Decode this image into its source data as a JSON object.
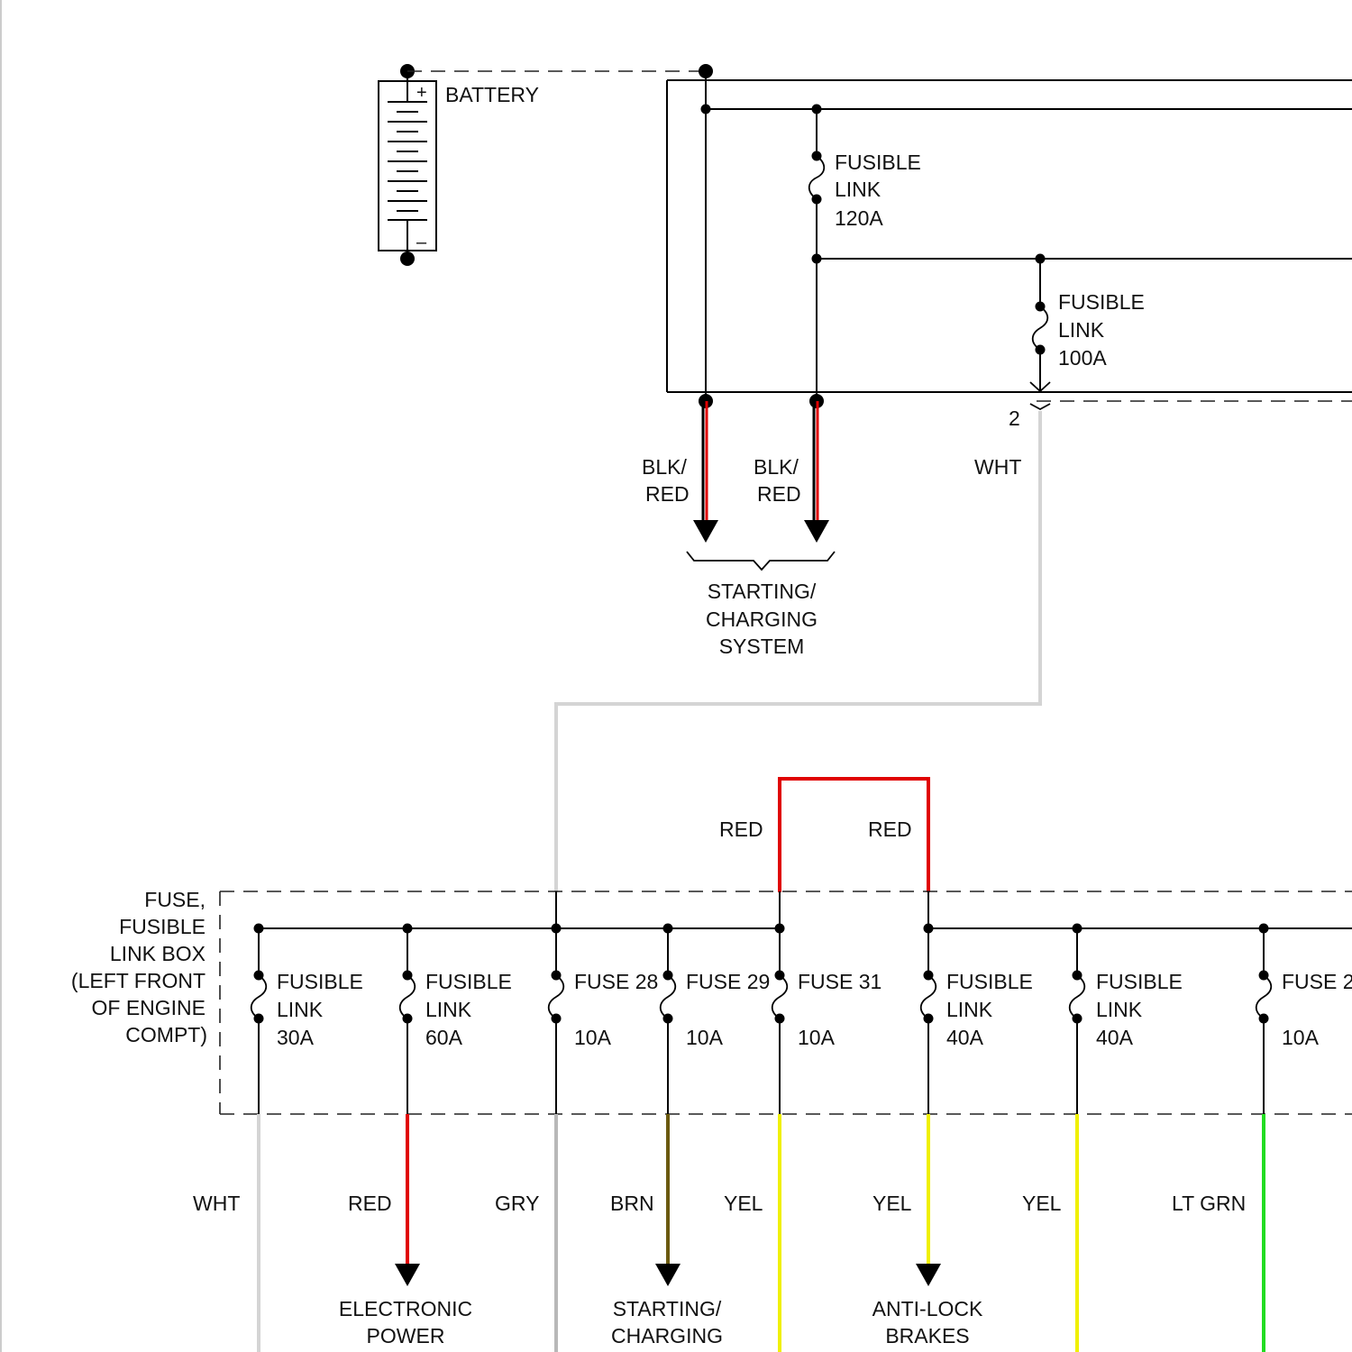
{
  "battery": {
    "label": "BATTERY",
    "plus": "+",
    "minus": "–"
  },
  "top_fuses": [
    {
      "line1": "FUSIBLE",
      "line2": "LINK",
      "rating": "120A"
    },
    {
      "line1": "FUSIBLE",
      "line2": "LINK",
      "rating": "100A"
    }
  ],
  "connector_pin": "2",
  "top_outputs": {
    "wire1": {
      "line1": "BLK/",
      "line2": "RED"
    },
    "wire2": {
      "line1": "BLK/",
      "line2": "RED"
    },
    "wire3": "WHT",
    "destination": [
      "STARTING/",
      "CHARGING",
      "SYSTEM"
    ]
  },
  "jumper": {
    "left_color": "RED",
    "right_color": "RED"
  },
  "fuse_box": {
    "label": [
      "FUSE,",
      "FUSIBLE",
      "LINK BOX",
      "(LEFT FRONT",
      "OF ENGINE",
      "COMPT)"
    ],
    "fuses": [
      {
        "line1": "FUSIBLE",
        "line2": "LINK",
        "rating": "30A"
      },
      {
        "line1": "FUSIBLE",
        "line2": "LINK",
        "rating": "60A"
      },
      {
        "line1": "FUSE 28",
        "line2": "",
        "rating": "10A"
      },
      {
        "line1": "FUSE 29",
        "line2": "",
        "rating": "10A"
      },
      {
        "line1": "FUSE 31",
        "line2": "",
        "rating": "10A"
      },
      {
        "line1": "FUSIBLE",
        "line2": "LINK",
        "rating": "40A"
      },
      {
        "line1": "FUSIBLE",
        "line2": "LINK",
        "rating": "40A"
      },
      {
        "line1": "FUSE 2",
        "line2": "",
        "rating": "10A"
      }
    ]
  },
  "bottom_wires": [
    {
      "color_label": "WHT",
      "color": "#d4d4d4"
    },
    {
      "color_label": "RED",
      "color": "#e00000"
    },
    {
      "color_label": "GRY",
      "color": "#b8b8b8"
    },
    {
      "color_label": "BRN",
      "color": "#6b5a10"
    },
    {
      "color_label": "YEL",
      "color": "#f0f000"
    },
    {
      "color_label": "YEL",
      "color": "#f0f000"
    },
    {
      "color_label": "YEL",
      "color": "#f0f000"
    },
    {
      "color_label": "LT GRN",
      "color": "#22dd22"
    }
  ],
  "bottom_destinations": {
    "electronic": [
      "ELECTRONIC",
      "POWER"
    ],
    "starting": [
      "STARTING/",
      "CHARGING"
    ],
    "abs": [
      "ANTI-LOCK",
      "BRAKES"
    ]
  },
  "colors": {
    "wire_black": "#000000",
    "wire_red": "#e00000",
    "wire_white": "#d4d4d4",
    "wire_gray": "#b8b8b8",
    "wire_brown": "#6b5a10",
    "wire_yellow": "#f0f000",
    "wire_lt_green": "#22dd22"
  }
}
